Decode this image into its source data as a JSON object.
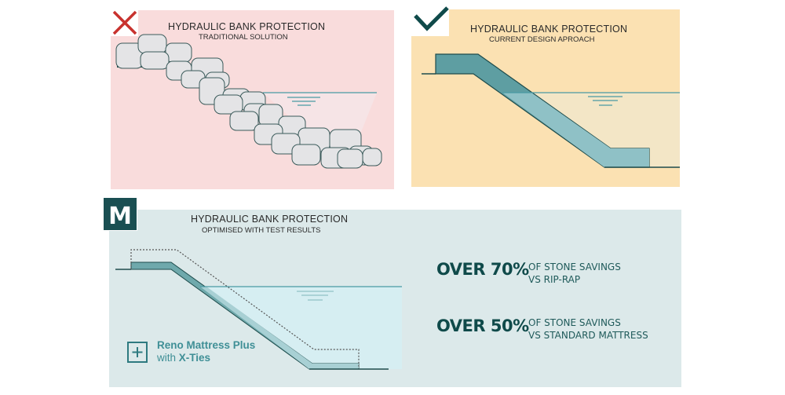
{
  "panels": {
    "traditional": {
      "status_icon": "x-mark-icon",
      "title": "HYDRAULIC  BANK PROTECTION",
      "subtitle": "TRADITIONAL SOLUTION",
      "background": "#f9dcdc"
    },
    "current": {
      "status_icon": "check-mark-icon",
      "title": "HYDRAULIC BANK PROTECTION",
      "subtitle": "CURRENT DESIGN APROACH",
      "background": "#fbe1b2"
    },
    "optimised": {
      "logo_letter": "M",
      "title": "HYDRAULIC BANK PROTECTION",
      "subtitle": "OPTIMISED WITH TEST RESULTS",
      "background": "#dce9ea",
      "legend": {
        "icon": "plus-box-icon",
        "line1": "Reno Mattress Plus",
        "line2_prefix": "with",
        "line2_bold": "X-Ties"
      },
      "stats": [
        {
          "value": "OVER 70%",
          "line1": "OF STONE SAVINGS",
          "line2": "VS RIP-RAP"
        },
        {
          "value": "OVER 50%",
          "line1": "OF STONE SAVINGS",
          "line2": "VS STANDARD MATTRESS"
        }
      ]
    }
  },
  "colors": {
    "accent": "#0f4a4a",
    "x_mark": "#c8322e",
    "water_line": "#4a9aa4"
  }
}
